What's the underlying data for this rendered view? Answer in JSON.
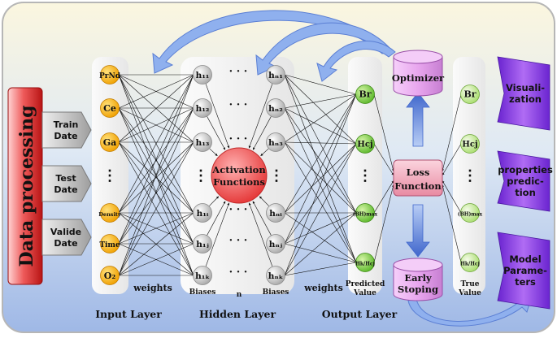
{
  "data_processing": {
    "title": "Data processing",
    "splits": [
      "Train Date",
      "Test Date",
      "Valide Date"
    ]
  },
  "input_layer": {
    "label": "Input Layer",
    "nodes": [
      "PrNd",
      "Ce",
      "Ga",
      "⋮",
      "Density",
      "Time",
      "O₂"
    ],
    "weights_label": "weights"
  },
  "hidden_layer": {
    "label": "Hidden Layer",
    "col1": [
      "h₁₁",
      "h₁₂",
      "h₁₃",
      "h₁ᵢ",
      "h₁ⱼ",
      "h₁ₖ"
    ],
    "col2": [
      "hₙ₁",
      "hₙ₂",
      "hₙ₃",
      "hₙᵢ",
      "hₙⱼ",
      "hₙₖ"
    ],
    "activation": [
      "Activation",
      "Functions"
    ],
    "biases_left": "Biases",
    "biases_right": "Biases",
    "n_label": "n",
    "ellipsis_h": "· · ·",
    "ellipsis_v": "⋮"
  },
  "output_layer": {
    "label": "Output Layer",
    "weights_label": "weights",
    "nodes": [
      "Br",
      "Hcj",
      "⋮",
      "(BH)max",
      "Hk/Hcj"
    ],
    "predicted_label": [
      "Predicted",
      "Value"
    ]
  },
  "optimizer": {
    "label": "Optimizer"
  },
  "loss": {
    "label": [
      "Loss",
      "Function"
    ]
  },
  "early_stopping": {
    "label": [
      "Early",
      "Stoping"
    ]
  },
  "true_values": {
    "nodes": [
      "Br",
      "Hcj",
      "⋮",
      "(BH)max",
      "Hk/Hcj"
    ],
    "label": [
      "True",
      "Value"
    ]
  },
  "outcomes": [
    [
      "Visuali-",
      "zation"
    ],
    [
      "properties",
      "predic-",
      "tion"
    ],
    [
      "Model",
      "Parame-",
      "ters"
    ]
  ],
  "colors": {
    "input_node": "#f5a400",
    "hidden_node": "#c8c8c8",
    "output_node": "#7ccf3a",
    "activation": "#f04a4a",
    "loss": "#f0a0b4",
    "cylinder": "#e6a8ee",
    "outcome": "#8a38e0",
    "data_processing": "#e83a3a",
    "arrow": "#5b7fd4"
  }
}
